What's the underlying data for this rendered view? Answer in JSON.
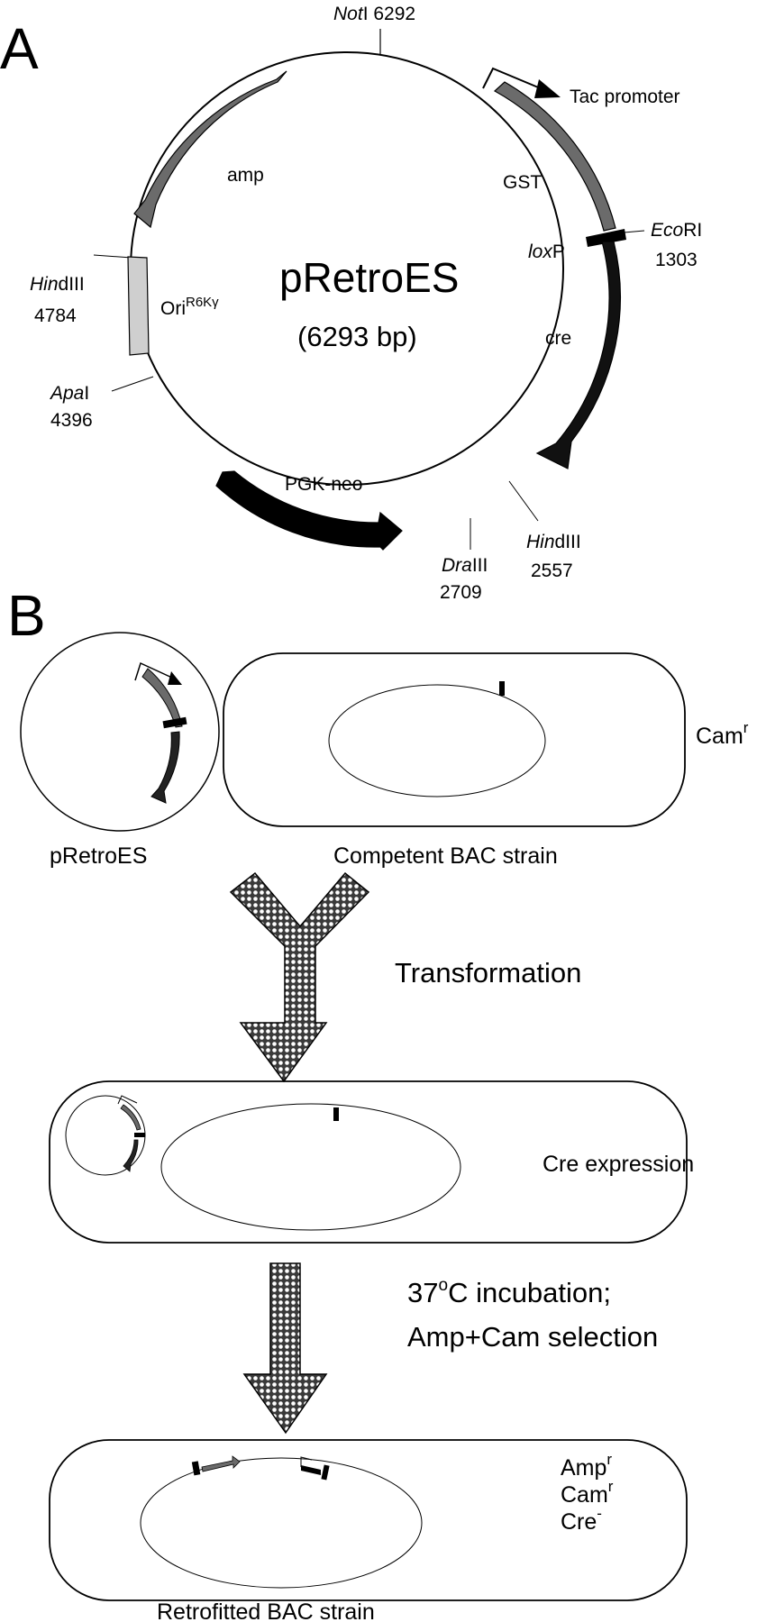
{
  "panel_a": {
    "letter": "A",
    "plasmid": {
      "name": "pRetroES",
      "size": "(6293 bp)",
      "features": {
        "amp": "amp",
        "gst": "GST",
        "cre": "cre",
        "pgk_neo": "PGK-neo",
        "ori_main": "Ori",
        "ori_sup": "R6Kγ",
        "loxp_italic": "lox",
        "loxp_rest": "P",
        "tac": "Tac promoter"
      },
      "sites": {
        "noti_italic": "Not",
        "noti_rest": "I 6292",
        "ecori_italic": "Eco",
        "ecori_rest": "RI",
        "ecori_pos": "1303",
        "hind_right_italic": "Hin",
        "hind_right_rest": "dIII",
        "hind_right_pos": "2557",
        "dra_italic": "Dra",
        "dra_rest": "III",
        "dra_pos": "2709",
        "apa_italic": "Apa",
        "apa_rest": "I",
        "apa_pos": "4396",
        "hind_left_italic": "Hin",
        "hind_left_rest": "dIII",
        "hind_left_pos": "4784"
      }
    }
  },
  "panel_b": {
    "letter": "B",
    "plasmid_label": "pRetroES",
    "bac_label": "Competent BAC strain",
    "camr_main": "Cam",
    "camr_sup": "r",
    "transformation": "Transformation",
    "cre_expression": "Cre expression",
    "incubation_line1": "37",
    "incubation_deg": "o",
    "incubation_line1_rest": "C incubation;",
    "incubation_line2": "Amp+Cam selection",
    "ampr_main": "Amp",
    "ampr_sup": "r",
    "camr2_main": "Cam",
    "camr2_sup": "r",
    "cre_minus_main": "Cre",
    "cre_minus_sup": "-",
    "retrofitted_label": "Retrofitted BAC strain"
  }
}
